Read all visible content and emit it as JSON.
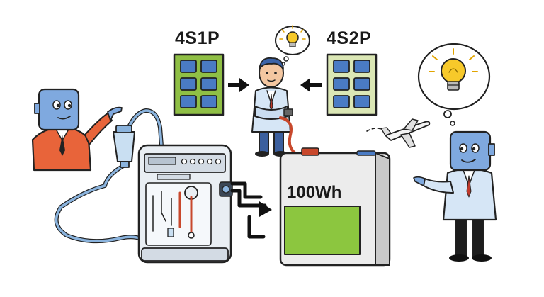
{
  "labels": {
    "left_pack": "4S1P",
    "right_pack": "4S2P",
    "battery_capacity": "100Wh"
  },
  "colors": {
    "left_pack_fill": "#8fbf45",
    "right_pack_fill": "#dbe7b5",
    "cell_blue": "#4a7bc4",
    "robot_blue": "#7fa9df",
    "battery_fill": "#8cc63f",
    "cable_blue": "#8ab3dd",
    "jacket_orange": "#e8643a",
    "lab_coat": "#d6e6f6",
    "bulb_yellow": "#f7c92a"
  },
  "icons": [
    "lightbulb-icon",
    "airplane-icon",
    "arrow-right-icon",
    "arrow-left-icon"
  ]
}
